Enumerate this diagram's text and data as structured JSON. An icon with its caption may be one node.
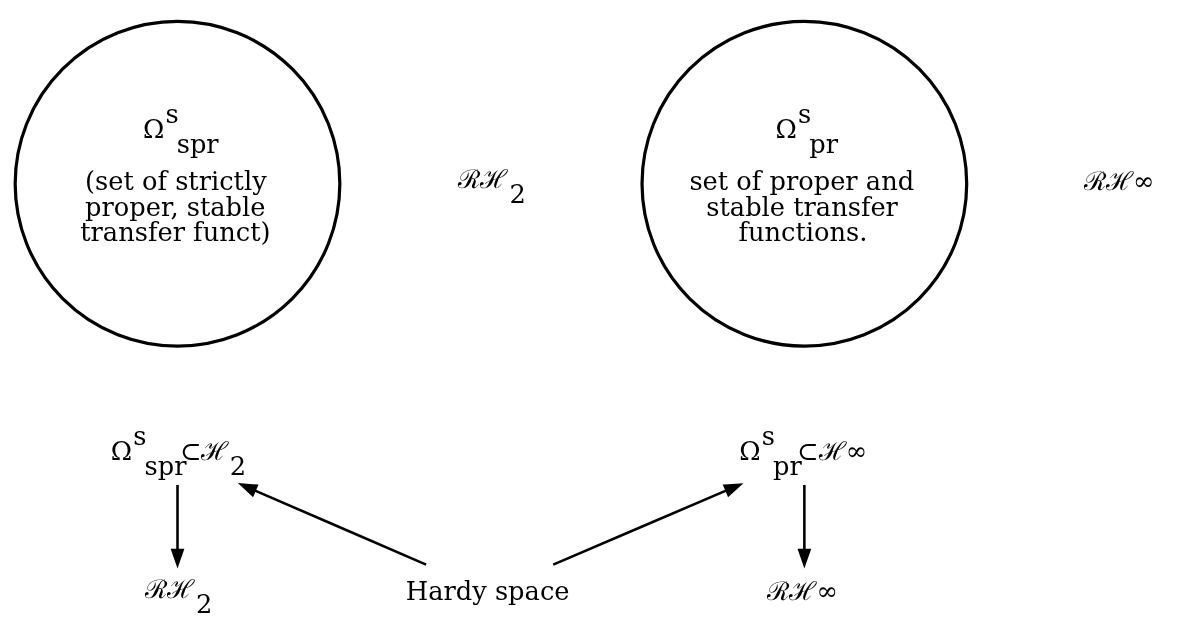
{
  "diagram": {
    "nodes": [
      {
        "text": [
          "Ω$^{s}$$_{spr}$",
          "(set of strictly proper, stable transfer funct)"
        ]
      },
      {
        "text": [
          "Ω$^{s}$$_{pr}$",
          "set of proper and stable transfer functions."
        ]
      },
      {
        "text": [
          "Ω$^{s}$$_{spr}$⊂ℋ$_{2}$"
        ]
      },
      {
        "text": [
          "Ω$^{s}$$_{pr}$⊂ℋ∞"
        ]
      },
      {
        "text": [
          "ℛℋ$_{2}$"
        ]
      },
      {
        "text": [
          "Hardy space"
        ]
      },
      {
        "text": [
          "ℛℋ∞"
        ]
      }
    ],
    "edges": [
      {
        "from": 2,
        "to": 4,
        "arrow": "to"
      },
      {
        "from": 5,
        "to": 2,
        "arrow": "to"
      },
      {
        "from": 5,
        "to": 3,
        "arrow": "to"
      },
      {
        "from": 3,
        "to": 6,
        "arrow": "to"
      }
    ],
    "labels": [
      "ℛℋ$_{2}$",
      "ℛℋ∞"
    ]
  }
}
